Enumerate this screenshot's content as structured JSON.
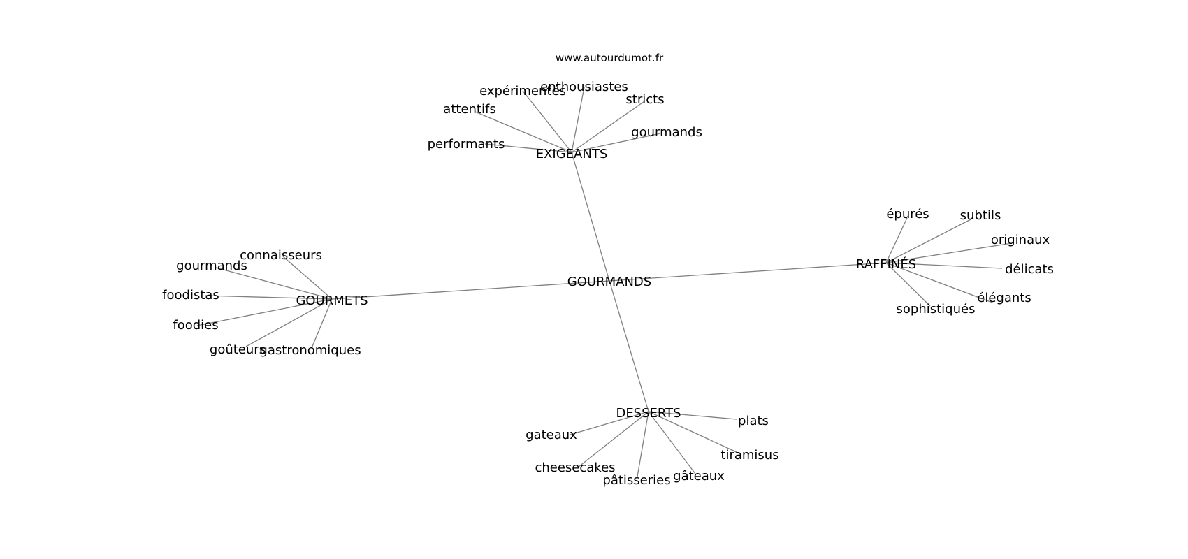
{
  "watermark": "www.autourdumot.fr",
  "colors": {
    "edge": "#808080",
    "text": "#000000",
    "background": "#ffffff"
  },
  "graph": {
    "center": "GOURMANDS",
    "hubs": [
      {
        "label": "EXIGEANTS",
        "leaves": [
          "expérimentés",
          "enthousiastes",
          "stricts",
          "attentifs",
          "performants",
          "gourmands"
        ]
      },
      {
        "label": "GOURMETS",
        "leaves": [
          "connaisseurs",
          "gourmands",
          "foodistas",
          "foodies",
          "goûteurs",
          "gastronomiques"
        ]
      },
      {
        "label": "RAFFINÉS",
        "leaves": [
          "épurés",
          "subtils",
          "originaux",
          "délicats",
          "élégants",
          "sophistiqués"
        ]
      },
      {
        "label": "DESSERTS",
        "leaves": [
          "plats",
          "gateaux",
          "tiramisus",
          "cheesecakes",
          "gâteaux",
          "pâtisseries"
        ]
      }
    ]
  }
}
